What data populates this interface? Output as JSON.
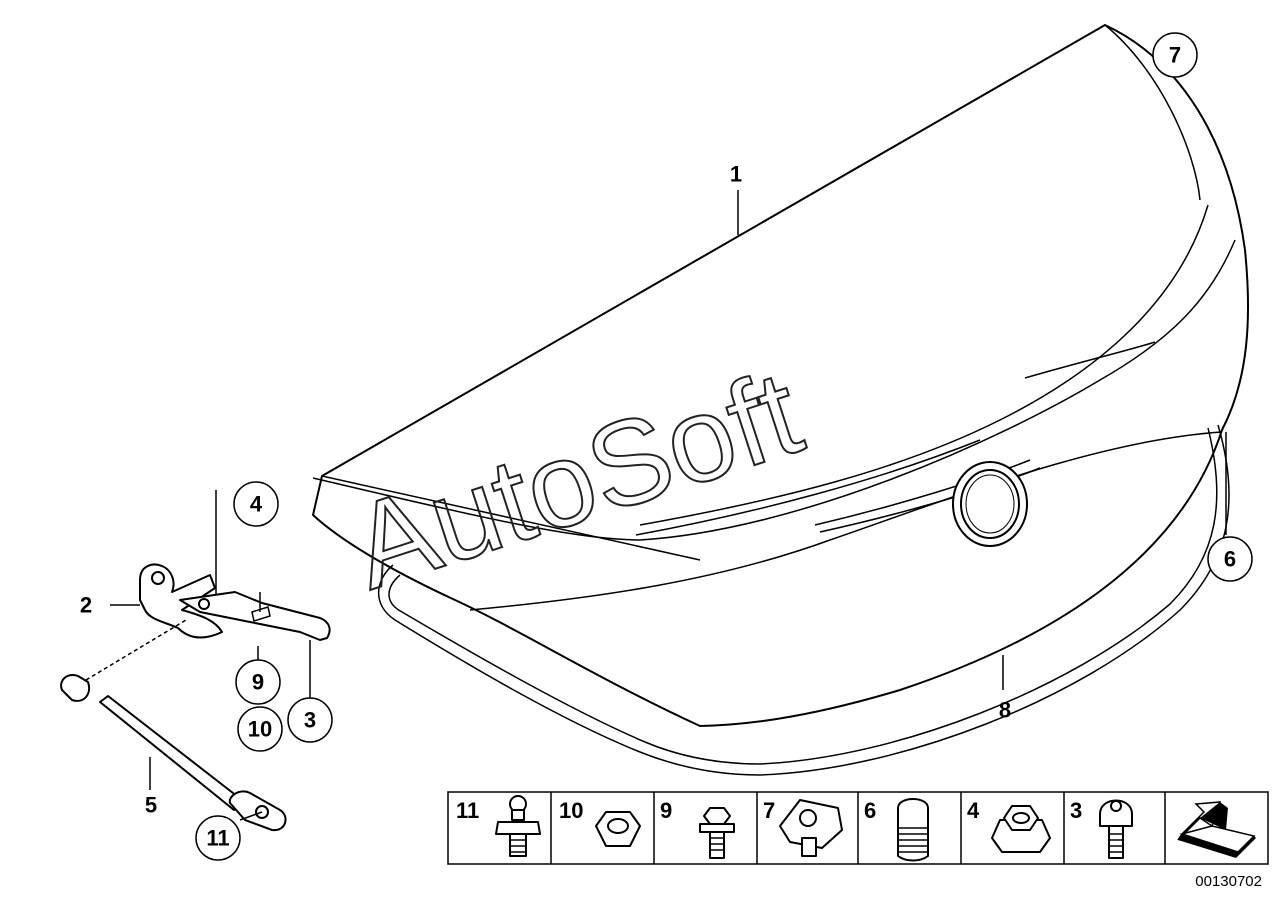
{
  "watermark": "AutoSoft",
  "callouts": {
    "c1": "1",
    "c2": "2",
    "c3": "3",
    "c4": "4",
    "c5": "5",
    "c6": "6",
    "c7": "7",
    "c8": "8",
    "c9": "9",
    "c10": "10",
    "c11": "11"
  },
  "fastener_table": [
    "11",
    "10",
    "9",
    "7",
    "6",
    "4",
    "3"
  ],
  "ref_code": "00130702",
  "icons": {
    "orientation": "arrow-icon"
  }
}
